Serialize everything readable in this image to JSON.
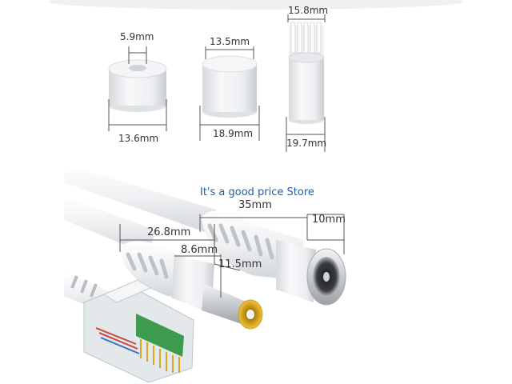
{
  "labels": {
    "hole_diameter": "5.9mm",
    "cap_top_width": "13.5mm",
    "comb_top_width": "15.8mm",
    "ring_width": "13.6mm",
    "cap_width": "18.9mm",
    "comb_width": "19.7mm",
    "store_name": "It's a good price Store",
    "jack_length": "35mm",
    "jack_diameter": "10mm",
    "plug_length": "26.8mm",
    "plug_tip_length": "8.6mm",
    "plug_collar_diameter": "11.5mm"
  },
  "colors": {
    "background": "#ffffff",
    "product": "#e9ebee",
    "metal": "#c9ccd0",
    "plug_tip": "#d8a81a",
    "rj45_clear": "#dfe6ea",
    "rj45_pcb": "#3e9a4f",
    "store_text": "#1f5fa8"
  }
}
